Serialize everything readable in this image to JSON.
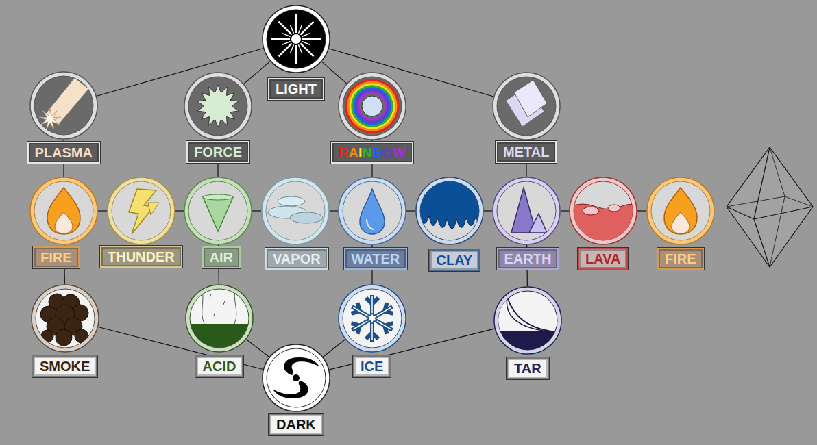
{
  "diagram": {
    "nodes": [
      {
        "text": [
          "LIGHT"
        ]
      },
      {
        "text": [
          "PLASMA"
        ]
      },
      {
        "text": [
          "FORCE"
        ]
      },
      {
        "text": [
          "RAINBOW"
        ]
      },
      {
        "text": [
          "METAL"
        ]
      },
      {
        "text": [
          "FIRE"
        ]
      },
      {
        "text": [
          "THUNDER"
        ]
      },
      {
        "text": [
          "AIR"
        ]
      },
      {
        "text": [
          "VAPOR"
        ]
      },
      {
        "text": [
          "WATER"
        ]
      },
      {
        "text": [
          "CLAY"
        ]
      },
      {
        "text": [
          "EARTH"
        ]
      },
      {
        "text": [
          "LAVA"
        ]
      },
      {
        "text": [
          "FIRE"
        ]
      },
      {
        "text": [
          "SMOKE"
        ]
      },
      {
        "text": [
          "ACID"
        ]
      },
      {
        "text": [
          "ICE"
        ]
      },
      {
        "text": [
          "TAR"
        ]
      },
      {
        "text": [
          "DARK"
        ]
      }
    ],
    "edges": [
      {
        "from": 0,
        "to": 1,
        "arrow": "none"
      },
      {
        "from": 0,
        "to": 2,
        "arrow": "none"
      },
      {
        "from": 0,
        "to": 3,
        "arrow": "none"
      },
      {
        "from": 0,
        "to": 4,
        "arrow": "none"
      },
      {
        "from": 1,
        "to": 5,
        "arrow": "none"
      },
      {
        "from": 2,
        "to": 7,
        "arrow": "none"
      },
      {
        "from": 3,
        "to": 9,
        "arrow": "none"
      },
      {
        "from": 4,
        "to": 11,
        "arrow": "none"
      },
      {
        "from": 5,
        "to": 6,
        "arrow": "none"
      },
      {
        "from": 6,
        "to": 7,
        "arrow": "none"
      },
      {
        "from": 7,
        "to": 8,
        "arrow": "none"
      },
      {
        "from": 8,
        "to": 9,
        "arrow": "none"
      },
      {
        "from": 9,
        "to": 10,
        "arrow": "none"
      },
      {
        "from": 10,
        "to": 11,
        "arrow": "none"
      },
      {
        "from": 11,
        "to": 12,
        "arrow": "none"
      },
      {
        "from": 12,
        "to": 13,
        "arrow": "none"
      },
      {
        "from": 5,
        "to": 14,
        "arrow": "none"
      },
      {
        "from": 7,
        "to": 15,
        "arrow": "none"
      },
      {
        "from": 9,
        "to": 16,
        "arrow": "none"
      },
      {
        "from": 11,
        "to": 17,
        "arrow": "none"
      },
      {
        "from": 18,
        "to": 14,
        "arrow": "none"
      },
      {
        "from": 18,
        "to": 15,
        "arrow": "none"
      },
      {
        "from": 18,
        "to": 16,
        "arrow": "none"
      },
      {
        "from": 18,
        "to": 17,
        "arrow": "none"
      }
    ]
  }
}
